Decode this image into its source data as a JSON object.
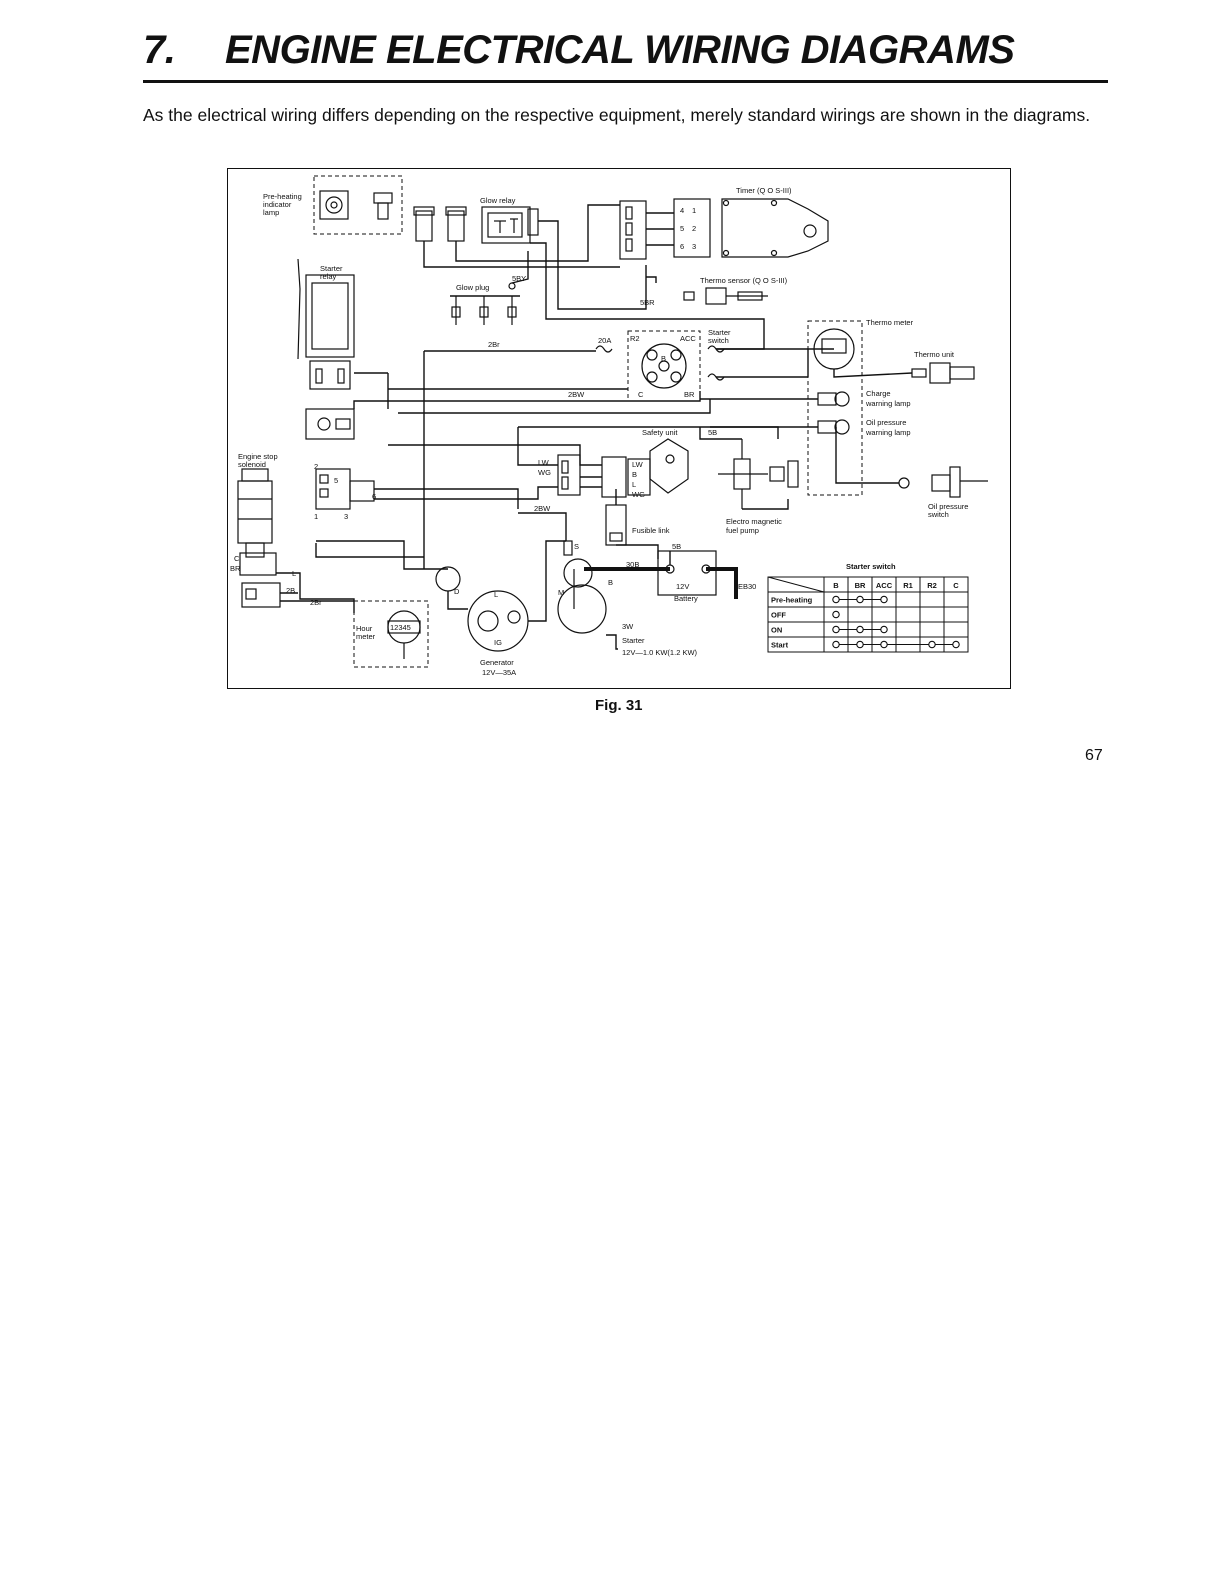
{
  "heading": {
    "number": "7.",
    "text": "ENGINE ELECTRICAL WIRING DIAGRAMS"
  },
  "intro": "As the electrical wiring differs depending on the respective equipment, merely standard wirings are shown in the diagrams.",
  "caption": "Fig. 31",
  "page_number": "67",
  "labels": {
    "preheat_1": "Pre-heating",
    "preheat_2": "indicator",
    "preheat_3": "lamp",
    "glow_relay": "Glow relay",
    "timer": "Timer (Q O S-III)",
    "starter_relay_1": "Starter",
    "starter_relay_2": "relay",
    "glow_plug": "Glow plug",
    "w_5by": "5BY",
    "thermo_sensor": "Thermo sensor (Q O S-III)",
    "w_5br": "5BR",
    "thermo_meter": "Thermo meter",
    "starter_switch_1": "Starter",
    "starter_switch_2": "switch",
    "w_2br": "2Br",
    "fuse_20a": "20A",
    "t_r2": "R2",
    "t_acc": "ACC",
    "t_b": "B",
    "t_br": "BR",
    "t_c": "C",
    "thermo_unit": "Thermo unit",
    "w_2bw": "2BW",
    "charge_1": "Charge",
    "charge_2": "warning lamp",
    "oilp_1": "Oil pressure",
    "oilp_2": "warning lamp",
    "safety_unit": "Safety unit",
    "w_5b": "5B",
    "stop_1": "Engine stop",
    "stop_2": "solenoid",
    "t_lw": "LW",
    "t_wg": "WG",
    "t_l": "L",
    "n2": "2",
    "n5": "5",
    "n6": "6",
    "n1": "1",
    "n3": "3",
    "w_2bw_b": "2BW",
    "fuel_pump_1": "Electro magnetic",
    "fuel_pump_2": "fuel pump",
    "oil_switch_1": "Oil pressure",
    "oil_switch_2": "switch",
    "fusible_link": "Fusible link",
    "w_5b_b": "5B",
    "t_s": "S",
    "w_30b": "30B",
    "t_m": "M",
    "battery_v": "12V",
    "battery": "Battery",
    "eb30": "EB30",
    "w_c": "C",
    "w_br": "BR",
    "w_2b": "2B",
    "w_2br_b": "2Br",
    "w_l": "L",
    "hour_1": "Hour",
    "hour_2": "meter",
    "hour_digits": "12345",
    "gen_l": "L",
    "gen_ig": "IG",
    "gen_b": "B",
    "generator_1": "Generator",
    "generator_2": "12V—35A",
    "starter_3w": "3W",
    "starter_m": "Starter",
    "starter_spec": "12V—1.0 KW(1.2 KW)",
    "t_d": "D"
  },
  "switch_table": {
    "title": "Starter switch",
    "columns": [
      "B",
      "BR",
      "ACC",
      "R1",
      "R2",
      "C"
    ],
    "rows": [
      {
        "label": "Pre-heating",
        "on": [
          0,
          1,
          2
        ]
      },
      {
        "label": "OFF",
        "on": [
          0
        ]
      },
      {
        "label": "ON",
        "on": [
          0,
          1,
          2
        ]
      },
      {
        "label": "Start",
        "on": [
          0,
          1,
          2,
          4,
          5
        ]
      }
    ]
  }
}
